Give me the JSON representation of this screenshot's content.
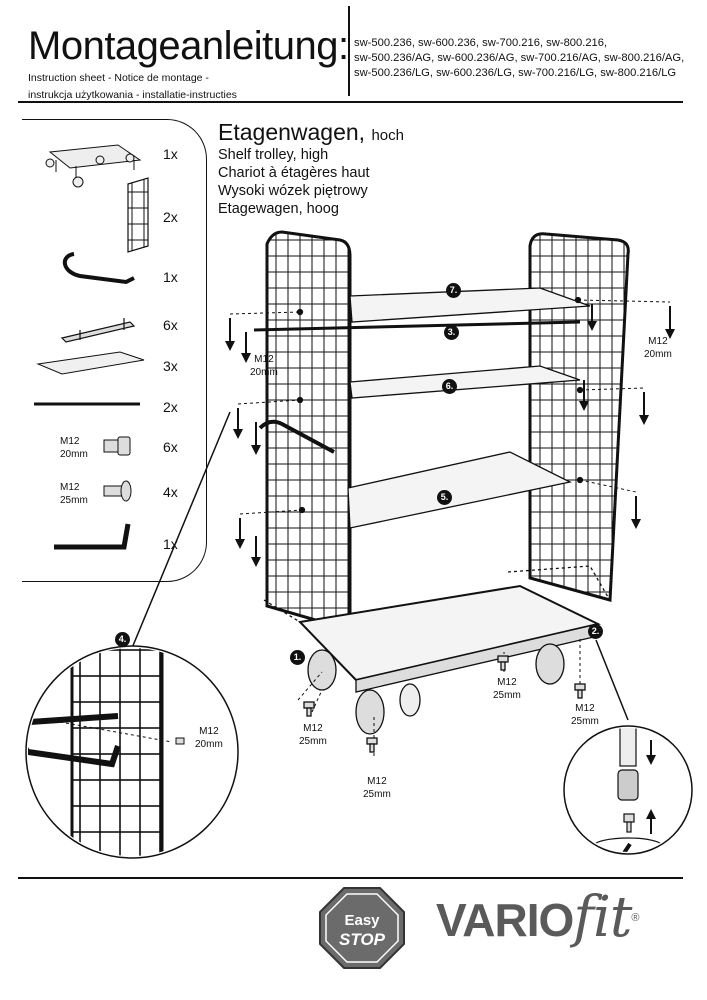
{
  "header": {
    "title": "Montageanleitung:",
    "subtitle_line1": "Instruction sheet - Notice de montage  -",
    "subtitle_line2": "instrukcja użytkowania - installatie-instructies",
    "models": [
      "sw-500.236, sw-600.236, sw-700.216, sw-800.216,",
      "sw-500.236/AG, sw-600.236/AG, sw-700.216/AG, sw-800.216/AG,",
      "sw-500.236/LG, sw-600.236/LG, sw-700.216/LG, sw-800.216/LG"
    ]
  },
  "product": {
    "title": "Etagenwagen,",
    "title_suffix": "hoch",
    "translations": [
      "Shelf trolley, high",
      "Chariot à étagères haut",
      "Wysoki wózek piętrowy",
      "Etagewagen, hoog"
    ]
  },
  "parts": [
    {
      "icon": "trolley-base-icon",
      "qty": "1x"
    },
    {
      "icon": "mesh-side-panel-icon",
      "qty": "2x"
    },
    {
      "icon": "push-handle-icon",
      "qty": "1x"
    },
    {
      "icon": "shelf-bracket-icon",
      "qty": "6x"
    },
    {
      "icon": "shelf-board-icon",
      "qty": "3x"
    },
    {
      "icon": "cross-bar-icon",
      "qty": "2x"
    },
    {
      "icon": "screw-m12-20-icon",
      "qty": "6x",
      "label1": "M12",
      "label2": "20mm"
    },
    {
      "icon": "screw-m12-25-icon",
      "qty": "4x",
      "label1": "M12",
      "label2": "25mm"
    },
    {
      "icon": "allen-key-icon",
      "qty": "1x"
    }
  ],
  "callouts": {
    "m12_20_left_a": "M12",
    "m12_20_left_b": "20mm",
    "m12_20_right_a": "M12",
    "m12_20_right_b": "20mm",
    "m12_25_1_a": "M12",
    "m12_25_1_b": "25mm",
    "m12_25_2_a": "M12",
    "m12_25_2_b": "25mm",
    "m12_25_3_a": "M12",
    "m12_25_3_b": "25mm",
    "m12_25_4_a": "M12",
    "m12_25_4_b": "25mm",
    "detail_m12_a": "M12",
    "detail_m12_b": "20mm"
  },
  "steps": [
    "1.",
    "2.",
    "3.",
    "4.",
    "5.",
    "6.",
    "7."
  ],
  "footer": {
    "easystop_top": "Easy",
    "easystop_bottom": "STOP",
    "brand_main": "VARIO",
    "brand_fit": "fit",
    "brand_reg": "®"
  },
  "colors": {
    "ink": "#111111",
    "brand_gray": "#5a5a5a",
    "badge_gray": "#6b6b6b"
  }
}
